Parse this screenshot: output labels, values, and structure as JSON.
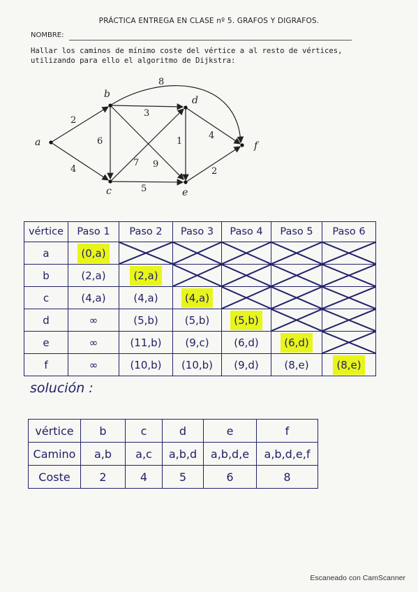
{
  "header": {
    "title": "PRÁCTICA ENTREGA EN CLASE nº 5. GRAFOS Y DIGRAFOS.",
    "name_label": "NOMBRE:",
    "problem_line1": "Hallar los caminos de mínimo coste del vértice a al resto de vértices,",
    "problem_line2": "utilizando para ello el algoritmo de Dijkstra:"
  },
  "graph": {
    "nodes": [
      "a",
      "b",
      "c",
      "d",
      "e",
      "f"
    ],
    "edges": [
      {
        "from": "a",
        "to": "b",
        "weight": "2"
      },
      {
        "from": "a",
        "to": "c",
        "weight": "4"
      },
      {
        "from": "b",
        "to": "c",
        "weight": "6"
      },
      {
        "from": "b",
        "to": "d",
        "weight": "3"
      },
      {
        "from": "b",
        "to": "e",
        "weight": "9"
      },
      {
        "from": "b",
        "to": "f",
        "weight": "8"
      },
      {
        "from": "c",
        "to": "d",
        "weight": "7"
      },
      {
        "from": "c",
        "to": "e",
        "weight": "5"
      },
      {
        "from": "d",
        "to": "e",
        "weight": "1"
      },
      {
        "from": "d",
        "to": "f",
        "weight": "4"
      },
      {
        "from": "e",
        "to": "f",
        "weight": "2"
      }
    ]
  },
  "steps_table": {
    "headers": [
      "vértice",
      "Paso 1",
      "Paso 2",
      "Paso 3",
      "Paso 4",
      "Paso 5",
      "Paso 6"
    ],
    "rows": [
      {
        "vertex": "a",
        "cells": [
          "(0,a)",
          "X",
          "X",
          "X",
          "X",
          "X"
        ],
        "highlight": 0
      },
      {
        "vertex": "b",
        "cells": [
          "(2,a)",
          "(2,a)",
          "X",
          "X",
          "X",
          "X"
        ],
        "highlight": 1
      },
      {
        "vertex": "c",
        "cells": [
          "(4,a)",
          "(4,a)",
          "(4,a)",
          "X",
          "X",
          "X"
        ],
        "highlight": 2
      },
      {
        "vertex": "d",
        "cells": [
          "∞",
          "(5,b)",
          "(5,b)",
          "(5,b)",
          "X",
          "X"
        ],
        "highlight": 3
      },
      {
        "vertex": "e",
        "cells": [
          "∞",
          "(11,b)",
          "(9,c)",
          "(6,d)",
          "(6,d)",
          "X"
        ],
        "highlight": 4
      },
      {
        "vertex": "f",
        "cells": [
          "∞",
          "(10,b)",
          "(10,b)",
          "(9,d)",
          "(8,e)",
          "(8,e)"
        ],
        "highlight": 5
      }
    ],
    "highlight_color": "#e8f51a"
  },
  "solution": {
    "label": "solución :",
    "headers": [
      "vértice",
      "b",
      "c",
      "d",
      "e",
      "f"
    ],
    "camino_label": "Camino",
    "camino": [
      "a,b",
      "a,c",
      "a,b,d",
      "a,b,d,e",
      "a,b,d,e,f"
    ],
    "coste_label": "Coste",
    "coste": [
      "2",
      "4",
      "5",
      "6",
      "8"
    ]
  },
  "footer": {
    "text": "Escaneado con CamScanner"
  }
}
